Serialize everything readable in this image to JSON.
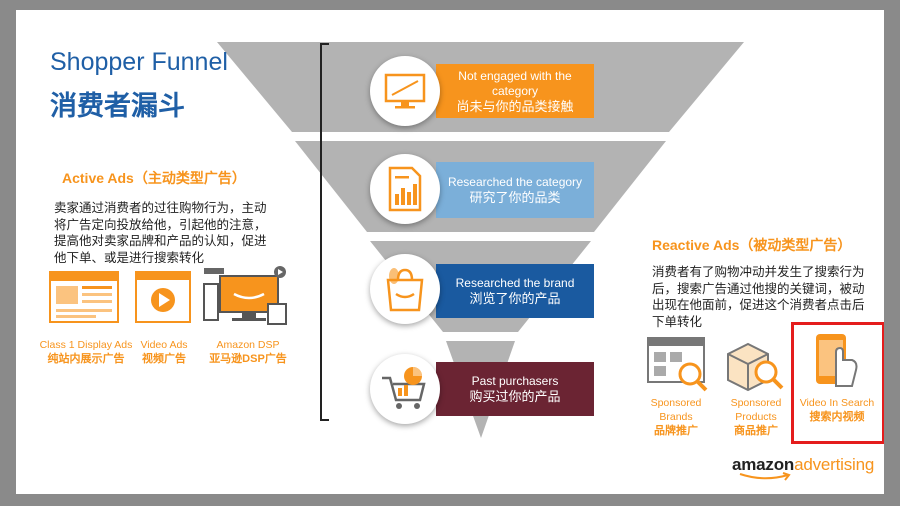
{
  "title": {
    "en": "Shopper Funnel",
    "cn": "消费者漏斗"
  },
  "active_ads": {
    "title": "Active Ads（主动类型广告）",
    "description": "卖家通过消费者的过往购物行为，主动将广告定向投放给他，引起他的注意，提高他对卖家品牌和产品的认知，促进他下单、或是进行搜索转化",
    "items": [
      {
        "en": "Class 1 Display Ads",
        "cn": "纯站内展示广告",
        "icon": "display-ad-icon"
      },
      {
        "en": "Video Ads",
        "cn": "视频广告",
        "icon": "video-ad-icon"
      },
      {
        "en": "Amazon DSP",
        "cn": "亚马逊DSP广告",
        "icon": "devices-icon"
      }
    ]
  },
  "funnel": {
    "stages": [
      {
        "en": "Not engaged with the category",
        "cn": "尚未与你的品类接触",
        "color": "#f7941d",
        "icon": "monitor-icon"
      },
      {
        "en": "Researched the category",
        "cn": "研究了你的品类",
        "color": "#7bafd9",
        "icon": "chart-document-icon"
      },
      {
        "en": "Researched the brand",
        "cn": "浏览了你的产品",
        "color": "#1a5aa0",
        "icon": "shopping-bag-icon"
      },
      {
        "en": "Past purchasers",
        "cn": "购买过你的产品",
        "color": "#6b2433",
        "icon": "shopping-cart-icon"
      }
    ]
  },
  "reactive_ads": {
    "title": "Reactive Ads（被动类型广告）",
    "description": "消费者有了购物冲动并发生了搜索行为后，搜索广告通过他搜的关键词，被动出现在他面前，促进这个消费者点击后下单转化",
    "items": [
      {
        "en": "Sponsored Brands",
        "cn": "品牌推广",
        "icon": "sponsored-brands-icon"
      },
      {
        "en": "Sponsored Products",
        "cn": "商品推广",
        "icon": "sponsored-products-icon"
      },
      {
        "en": "Video In Search",
        "cn": "搜索内视频",
        "icon": "video-in-search-icon"
      }
    ]
  },
  "logo": {
    "part1": "amazon",
    "part2": "advertising"
  },
  "colors": {
    "accent": "#f7941d",
    "title_blue": "#1f5fa6",
    "highlight_red": "#e41c1c",
    "funnel_grey": "#b3b3b3"
  }
}
